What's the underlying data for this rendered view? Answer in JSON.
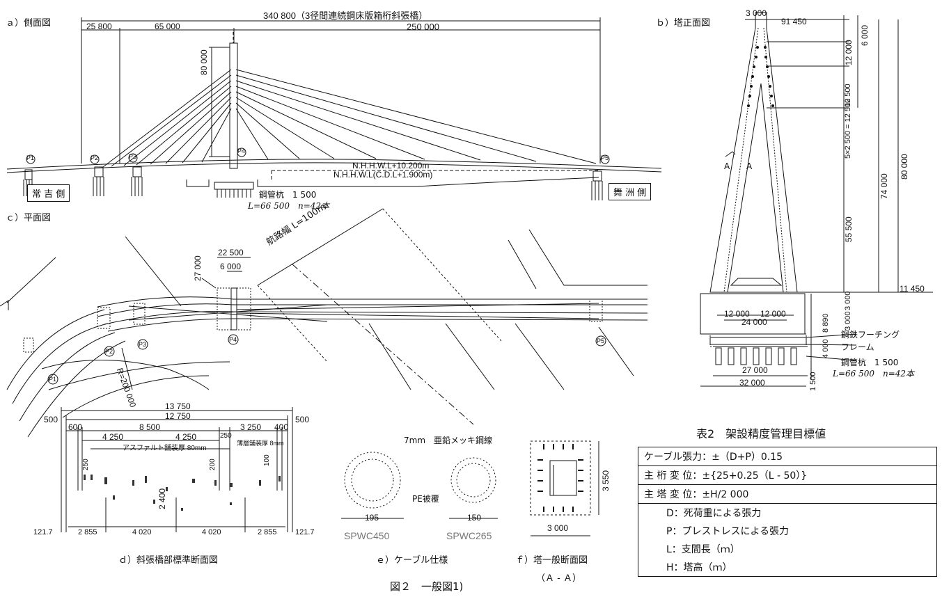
{
  "side_view": {
    "title": "ａ）側面図",
    "overall": "340 800（3径間連続鋼床版箱桁斜張橋）",
    "span1": "25 800",
    "span2": "65 000",
    "span3": "250 000",
    "tower_height": "80 000",
    "piers": [
      "P1",
      "P2",
      "P3",
      "P4",
      "P5"
    ],
    "water_high": "N.H.H.W.L+10.200m",
    "water_low": "N.H.H.W.L(C.D.L+1.900m)",
    "pile_label": "鋼管杭　1 500",
    "pile_spec": "L=66 500　n=42本",
    "left_side": "常 吉 側",
    "right_side": "舞 洲 側"
  },
  "plan_view": {
    "title": "ｃ）平面図",
    "width_total": "22 500",
    "width_inner": "6 000",
    "offset": "27 000",
    "channel": "航路幅 L=100m",
    "radius": "R=200 000",
    "piers": [
      "P1",
      "P2",
      "P3",
      "P4",
      "P5"
    ]
  },
  "tower_front": {
    "title": "ｂ）塔正面図",
    "top_width": "3 000",
    "half_span": "91 450",
    "dims": [
      "6 000",
      "12 000",
      "12 500",
      "5×2 500 = 12 500",
      "80 000",
      "74 000",
      "55 500",
      "3 000",
      "3 000",
      "8 890",
      "4 000",
      "1 500"
    ],
    "base_offset": "11 450",
    "inner_left": "12 000",
    "inner_right": "12 000",
    "inner_total": "24 000",
    "footing": "鋼鉄フーチング",
    "frame": "フレーム",
    "pile_label": "鋼管杭　1 500",
    "pile_spec": "L=66 500　n=42本",
    "base_inner": "27 000",
    "base_outer": "32 000",
    "section_mark": "A"
  },
  "deck_section": {
    "title": "ｄ）斜張橋部標準断面図",
    "total": "13 750",
    "inner": "12 750",
    "edge_left": "500",
    "edge_right": "500",
    "dims_row": [
      "600",
      "8 500",
      "3 250",
      "400"
    ],
    "lane_dims": [
      "4 250",
      "4 250",
      "250"
    ],
    "paving_main": "アスファルト舗装厚 80mm",
    "paving_thin": "薄層舗装厚 8mm",
    "small_dims": [
      "250",
      "200",
      "100"
    ],
    "depth": "2 400",
    "bottom_dims": [
      "121.7",
      "2 855",
      "4 020",
      "4 020",
      "2 855",
      "121.7"
    ]
  },
  "cable_spec": {
    "title": "ｅ）ケーブル仕様",
    "wire": "7mm　亜鉛メッキ鋼線",
    "coating": "PE被覆",
    "dia_left": "195",
    "dia_right": "150",
    "type_left": "SPWC450",
    "type_right": "SPWC265"
  },
  "tower_section": {
    "title": "ｆ）塔一般断面図",
    "subtitle": "（Ａ - Ａ）",
    "height": "3 550",
    "width": "3 000"
  },
  "table": {
    "title": "表2　架設精度管理目標値",
    "rows": [
      "ケーブル張力：±（D+P）0.15",
      "主 桁 変 位：±{25+0.25（L - 50）}",
      "主 塔 変 位：±H/2 000"
    ],
    "legend": [
      "D：死荷重による張力",
      "P：プレストレスによる張力",
      "L：支間長（ｍ）",
      "H：塔高（ｍ）"
    ]
  },
  "figure_caption": "図２　一般図1)"
}
